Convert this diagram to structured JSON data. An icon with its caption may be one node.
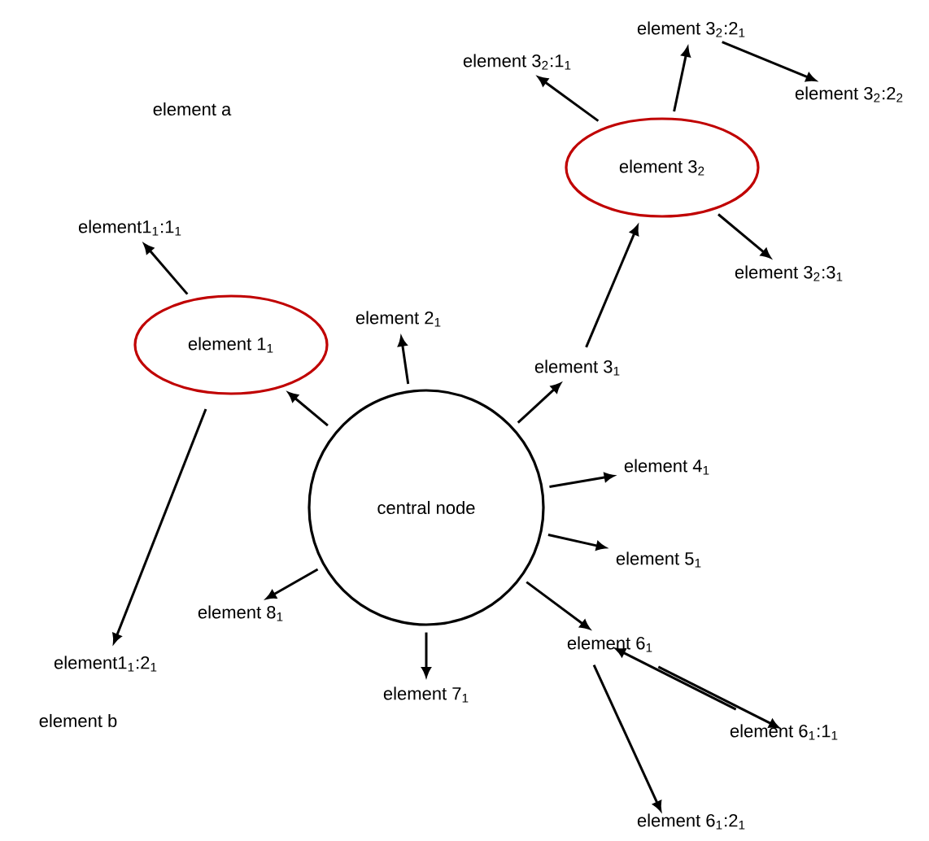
{
  "diagram": {
    "nodes": [
      {
        "text": [
          "central node"
        ]
      },
      {
        "text": [
          "element 1$_{1}$"
        ]
      },
      {
        "text": [
          "element1$_{1}$:1$_{1}$"
        ]
      },
      {
        "text": [
          "element1$_{1}$:2$_{1}$"
        ]
      },
      {
        "text": [
          "element 2$_{1}$"
        ]
      },
      {
        "text": [
          "element 3$_{1}$"
        ]
      },
      {
        "text": [
          "element 3$_{2}$"
        ]
      },
      {
        "text": [
          "element 3$_{2}$:1$_{1}$"
        ]
      },
      {
        "text": [
          "element 3$_{2}$:2$_{1}$"
        ]
      },
      {
        "text": [
          "element 3$_{2}$:2$_{2}$"
        ]
      },
      {
        "text": [
          "element 3$_{2}$:3$_{1}$"
        ]
      },
      {
        "text": [
          "element 4$_{1}$"
        ]
      },
      {
        "text": [
          "element 5$_{1}$"
        ]
      },
      {
        "text": [
          "element 6$_{1}$"
        ]
      },
      {
        "text": [
          "element 6$_{1}$:1$_{1}$"
        ]
      },
      {
        "text": [
          "element 6$_{1}$:2$_{1}$"
        ]
      },
      {
        "text": [
          "element 7$_{1}$"
        ]
      },
      {
        "text": [
          "element 8$_{1}$"
        ]
      }
    ],
    "edges": [
      {
        "from": 0,
        "to": 1,
        "arrow": "to"
      },
      {
        "from": 1,
        "to": 2,
        "arrow": "to"
      },
      {
        "from": 1,
        "to": 3,
        "arrow": "to"
      },
      {
        "from": 0,
        "to": 4,
        "arrow": "to"
      },
      {
        "from": 0,
        "to": 5,
        "arrow": "to"
      },
      {
        "from": 5,
        "to": 6,
        "arrow": "to"
      },
      {
        "from": 6,
        "to": 7,
        "arrow": "to"
      },
      {
        "from": 6,
        "to": 8,
        "arrow": "to"
      },
      {
        "from": 8,
        "to": 9,
        "arrow": "to"
      },
      {
        "from": 6,
        "to": 10,
        "arrow": "to"
      },
      {
        "from": 0,
        "to": 11,
        "arrow": "to"
      },
      {
        "from": 0,
        "to": 12,
        "arrow": "to"
      },
      {
        "from": 0,
        "to": 13,
        "arrow": "to"
      },
      {
        "from": 13,
        "to": 14,
        "arrow": "to"
      },
      {
        "from": 14,
        "to": 13,
        "arrow": "to"
      },
      {
        "from": 13,
        "to": 15,
        "arrow": "to"
      },
      {
        "from": 0,
        "to": 16,
        "arrow": "to"
      },
      {
        "from": 0,
        "to": 17,
        "arrow": "to"
      }
    ],
    "labels": [
      "element a",
      "element b"
    ]
  }
}
